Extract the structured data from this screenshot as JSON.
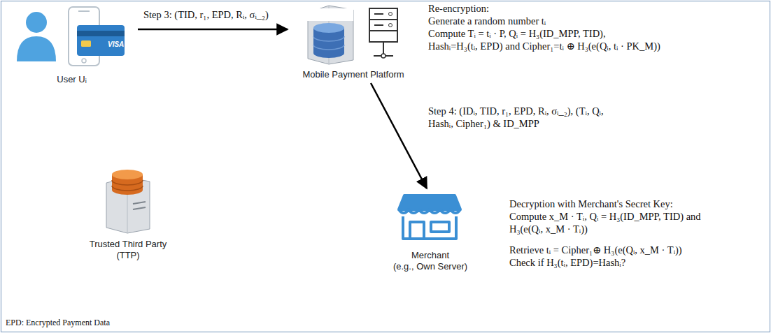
{
  "diagram": {
    "nodes": [
      {
        "text": [
          "User Uᵢ"
        ]
      },
      {
        "text": [
          "Mobile Payment Platform"
        ]
      },
      {
        "text": [
          "Merchant",
          "(e.g., Own Server)"
        ]
      },
      {
        "text": [
          "Trusted Third Party (TTP)"
        ]
      }
    ],
    "edges": [
      {
        "from": 0,
        "to": 1,
        "arrow": "to",
        "label": "Step 3: (TID, r₁, EPD, Rᵢ, σᵢ_₂)"
      },
      {
        "from": 1,
        "to": 2,
        "arrow": "to",
        "label": "Step 4: (IDᵢ, TID, r₁, EPD, Rᵢ, σᵢ_₂), (Tᵢ, Qᵢ, Hashᵢ, Cipher₁) & ID_MPP"
      }
    ],
    "labels": [
      "VISA",
      "Re-encryption:",
      "Generate a random number tᵢ",
      "Compute Tᵢ = tᵢ · P, Qᵢ = H₃(ID_MPP, TID),",
      "Hashᵢ=H₃(tᵢ, EPD) and Cipher₁=tᵢ ⊕ H₃(e(Qᵢ, tᵢ · PK_M))",
      "Decryption with Merchant's Secret Key:",
      "Compute x_M · Tᵢ, Qᵢ = H₃(ID_MPP, TID) and",
      "H₃(e(Qᵢ, x_M · Tᵢ))",
      "Retrieve tᵢ = Cipher₁⊕ H₃(e(Qᵢ, x_M · Tᵢ))",
      "Check if H₃(tᵢ, EPD)=Hashᵢ?",
      "EPD: Encrypted Payment Data"
    ]
  }
}
